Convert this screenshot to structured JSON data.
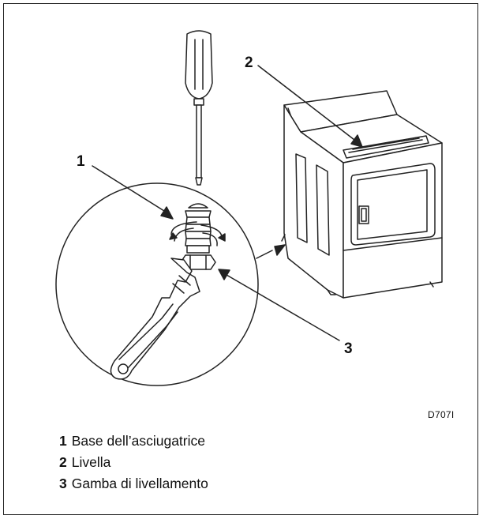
{
  "callouts": {
    "one": "1",
    "two": "2",
    "three": "3"
  },
  "figure_code": "D707I",
  "legend": [
    {
      "number": "1",
      "label": "Base dell’asciugatrice"
    },
    {
      "number": "2",
      "label": "Livella"
    },
    {
      "number": "3",
      "label": "Gamba di livellamento"
    }
  ],
  "colors": {
    "line": "#222222",
    "background": "#ffffff"
  },
  "icons": {
    "screwdriver": "screwdriver-icon",
    "wrench": "adjustable-wrench-icon",
    "dryer": "dryer-appliance-icon",
    "leveling_leg": "leveling-leg-icon",
    "spirit_level": "spirit-level-icon"
  }
}
